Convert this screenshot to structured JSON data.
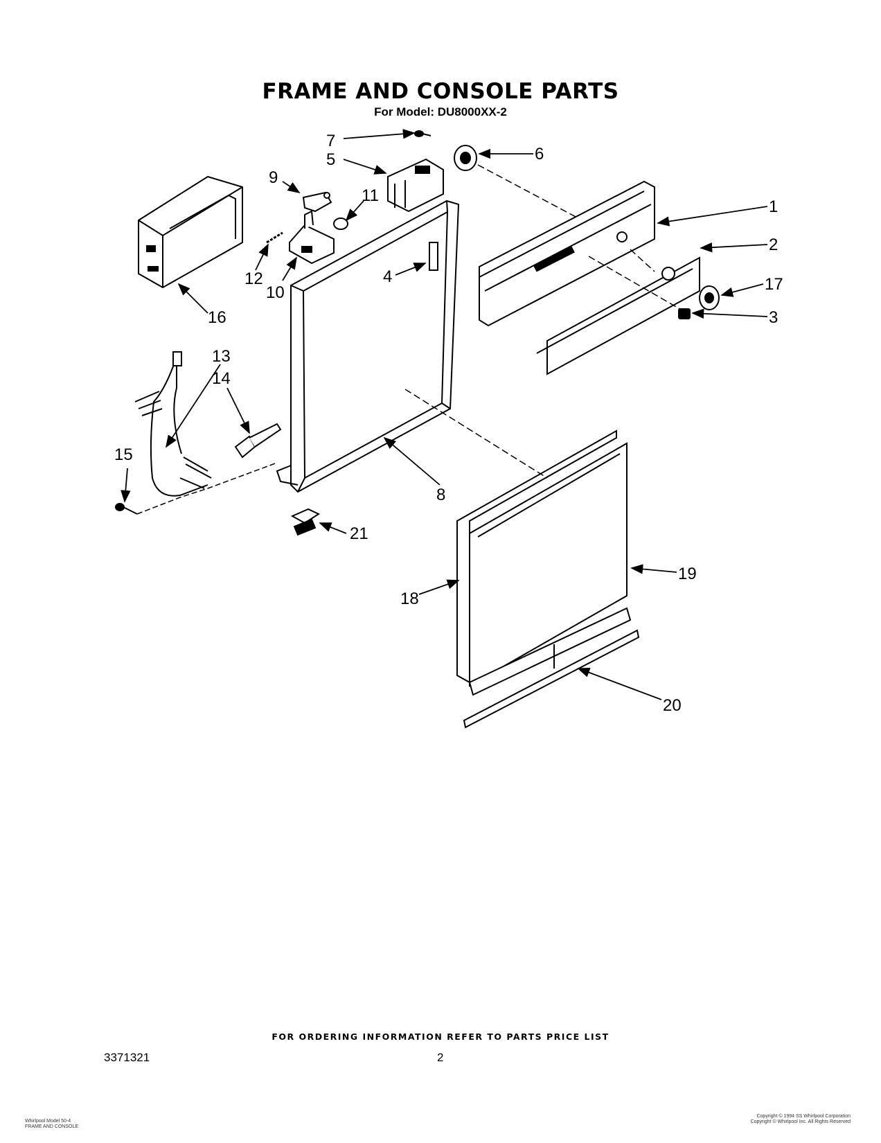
{
  "header": {
    "title": "FRAME AND CONSOLE PARTS",
    "subtitle": "For Model: DU8000XX-2"
  },
  "callouts": [
    "1",
    "2",
    "3",
    "4",
    "5",
    "6",
    "7",
    "8",
    "9",
    "10",
    "11",
    "12",
    "13",
    "14",
    "15",
    "16",
    "17",
    "18",
    "19",
    "20",
    "21"
  ],
  "footer": {
    "ordering_note": "FOR ORDERING INFORMATION REFER TO PARTS PRICE LIST",
    "doc_number": "3371321",
    "page_number": "2",
    "small_left_line1": "Whirlpool Model 50-4",
    "small_left_line2": "FRAME AND CONSOLE",
    "small_right_line1": "Copyright © 1994 SS Whirlpool Corporation",
    "small_right_line2": "Copyright © Whirlpool Inc. All Rights Reserved"
  }
}
